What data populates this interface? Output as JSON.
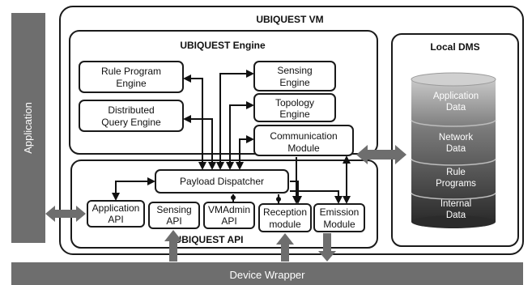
{
  "application_bar": {
    "label": "Application"
  },
  "device_wrapper": {
    "label": "Device Wrapper"
  },
  "ubiquest_vm": {
    "title": "UBIQUEST VM"
  },
  "ubiquest_engine": {
    "title": "UBIQUEST Engine",
    "modules": {
      "rule_program_engine": [
        "Rule Program",
        "Engine"
      ],
      "distributed_query_engine": [
        "Distributed",
        "Query Engine"
      ],
      "sensing_engine": [
        "Sensing",
        "Engine"
      ],
      "topology_engine": [
        "Topology",
        "Engine"
      ],
      "communication_module": [
        "Communication",
        "Module"
      ]
    }
  },
  "ubiquest_api": {
    "title": "UBIQUEST API",
    "payload_dispatcher": "Payload Dispatcher",
    "modules": {
      "application_api": [
        "Application",
        "API"
      ],
      "sensing_api": [
        "Sensing",
        "API"
      ],
      "vmadmin_api": [
        "VMAdmin",
        "API"
      ],
      "reception_module": [
        "Reception",
        "module"
      ],
      "emission_module": [
        "Emission",
        "Module"
      ]
    }
  },
  "local_dms": {
    "title": "Local DMS",
    "layers": [
      [
        "Application",
        "Data"
      ],
      [
        "Network",
        "Data"
      ],
      [
        "Rule",
        "Programs"
      ],
      [
        "Internal",
        "Data"
      ]
    ]
  },
  "colors": {
    "bar_gray": "#6e6e6e",
    "box_stroke": "#1a1a1a",
    "db_top": "#d8d8d8",
    "db_dark": "#2a2a2a"
  }
}
